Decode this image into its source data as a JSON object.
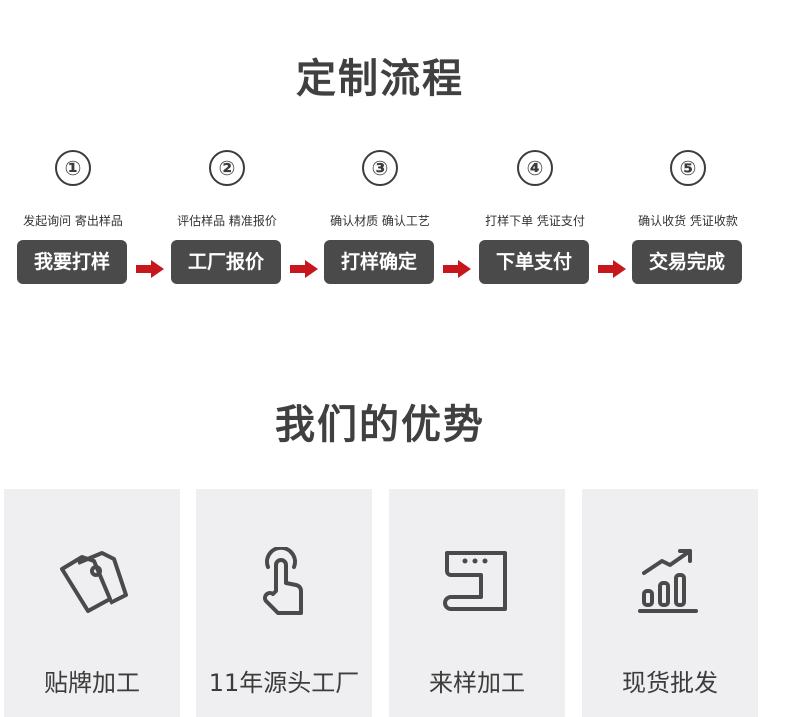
{
  "process": {
    "title": "定制流程",
    "steps": [
      {
        "number": "①",
        "desc": "发起询问 寄出样品",
        "label": "我要打样"
      },
      {
        "number": "②",
        "desc": "评估样品 精准报价",
        "label": "工厂报价"
      },
      {
        "number": "③",
        "desc": "确认材质 确认工艺",
        "label": "打样确定"
      },
      {
        "number": "④",
        "desc": "打样下单 凭证支付",
        "label": "下单支付"
      },
      {
        "number": "⑤",
        "desc": "确认收货 凭证收款",
        "label": "交易完成"
      }
    ],
    "arrow_color": "#c8161d"
  },
  "advantages": {
    "title": "我们的优势",
    "items": [
      {
        "icon": "tag-icon",
        "label": "贴牌加工"
      },
      {
        "icon": "hand-pointer-icon",
        "label": "11年源头工厂"
      },
      {
        "icon": "sewing-machine-icon",
        "label": "来样加工"
      },
      {
        "icon": "bar-chart-growth-icon",
        "label": "现货批发"
      }
    ]
  }
}
